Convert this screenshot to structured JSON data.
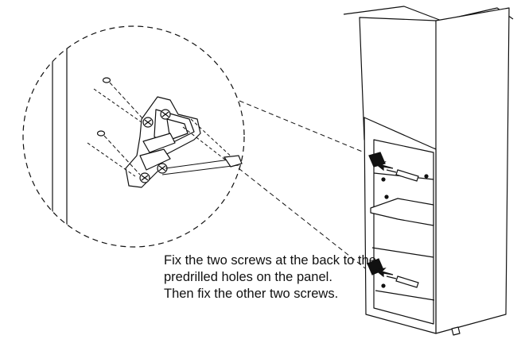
{
  "instructions": {
    "lines": [
      "Fix the two screws at the back to the",
      "predrilled holes on the panel.",
      "Then fix the other two screws."
    ]
  },
  "colors": {
    "ink": "#111111",
    "background": "#ffffff"
  }
}
